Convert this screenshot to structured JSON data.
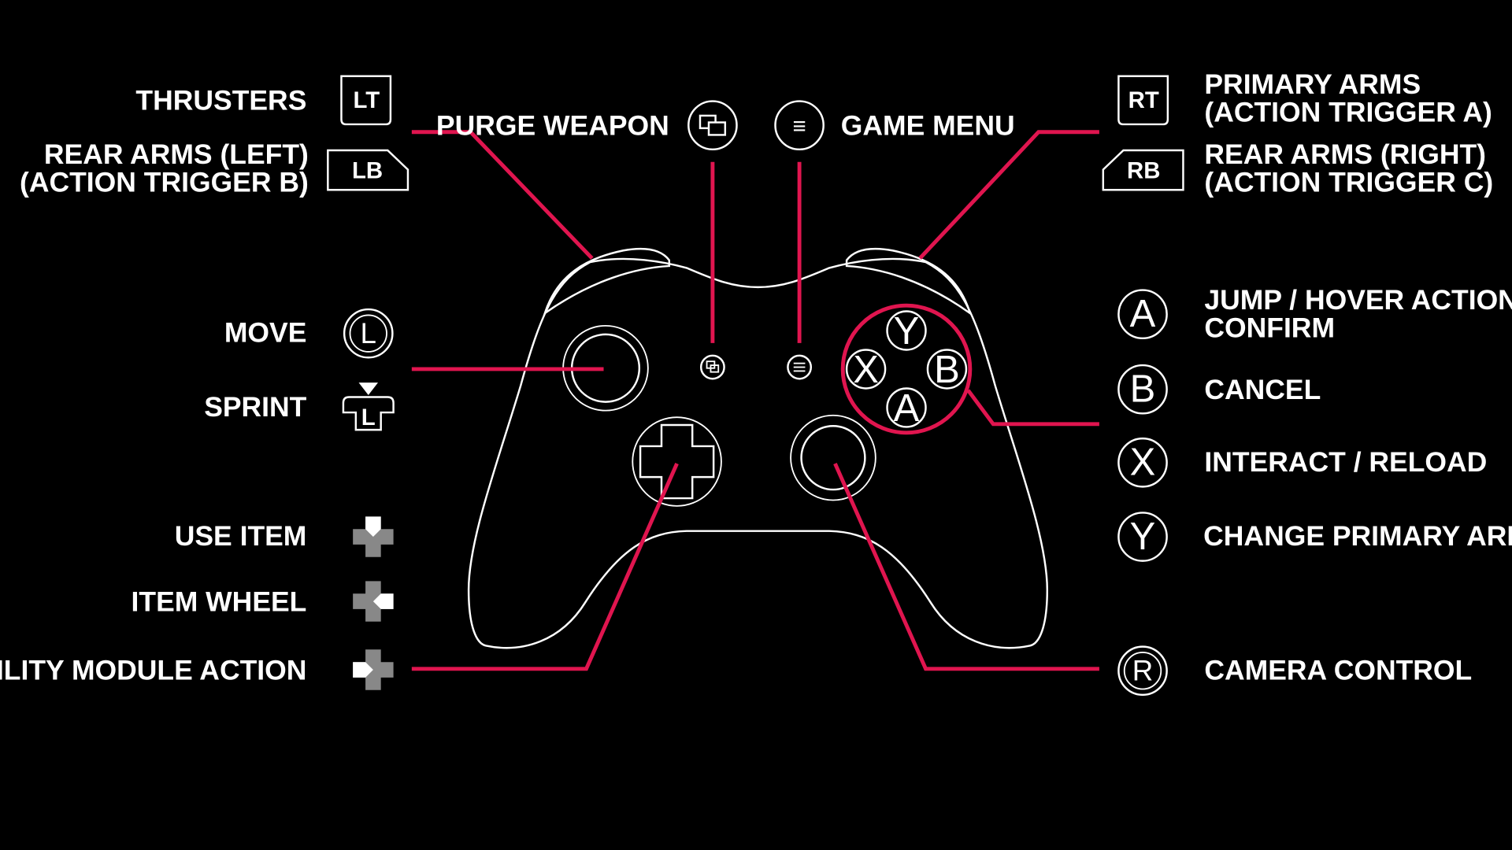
{
  "colors": {
    "background": "#000000",
    "accent": "#e0154f",
    "foreground": "#ffffff"
  },
  "left_bindings": {
    "thrusters": {
      "label": "THRUSTERS",
      "button": "LT",
      "icon": "left-trigger-icon"
    },
    "rear_arms_left": {
      "label_line1": "REAR ARMS (LEFT)",
      "label_line2": "(ACTION TRIGGER B)",
      "button": "LB",
      "icon": "left-bumper-icon"
    },
    "move": {
      "label": "MOVE",
      "button": "L",
      "icon": "left-stick-icon"
    },
    "sprint": {
      "label": "SPRINT",
      "button": "L",
      "icon": "left-stick-press-icon"
    },
    "use_item": {
      "label": "USE ITEM",
      "icon": "dpad-up-icon"
    },
    "item_wheel": {
      "label": "ITEM WHEEL",
      "icon": "dpad-right-icon"
    },
    "utility_module_action": {
      "label": "UTILITY MODULE ACTION",
      "icon": "dpad-left-icon"
    }
  },
  "center_bindings": {
    "purge_weapon": {
      "label": "PURGE WEAPON",
      "icon": "view-button-icon"
    },
    "game_menu": {
      "label": "GAME MENU",
      "glyph": "≡",
      "icon": "menu-button-icon"
    }
  },
  "right_bindings": {
    "primary_arms": {
      "label_line1": "PRIMARY ARMS",
      "label_line2": "(ACTION TRIGGER A)",
      "button": "RT",
      "icon": "right-trigger-icon"
    },
    "rear_arms_right": {
      "label_line1": "REAR ARMS (RIGHT)",
      "label_line2": "(ACTION TRIGGER C)",
      "button": "RB",
      "icon": "right-bumper-icon"
    },
    "a": {
      "label_line1": "JUMP / HOVER ACTION /",
      "label_line2": "CONFIRM",
      "button": "A",
      "icon": "a-button-icon"
    },
    "b": {
      "label": "CANCEL",
      "button": "B",
      "icon": "b-button-icon"
    },
    "x": {
      "label": "INTERACT / RELOAD",
      "button": "X",
      "icon": "x-button-icon"
    },
    "y": {
      "label": "CHANGE PRIMARY ARMS",
      "button": "Y",
      "icon": "y-button-icon"
    },
    "camera": {
      "label": "CAMERA CONTROL",
      "button": "R",
      "icon": "right-stick-icon"
    }
  },
  "controller": {
    "face_buttons": {
      "y": "Y",
      "x": "X",
      "b": "B",
      "a": "A"
    }
  }
}
